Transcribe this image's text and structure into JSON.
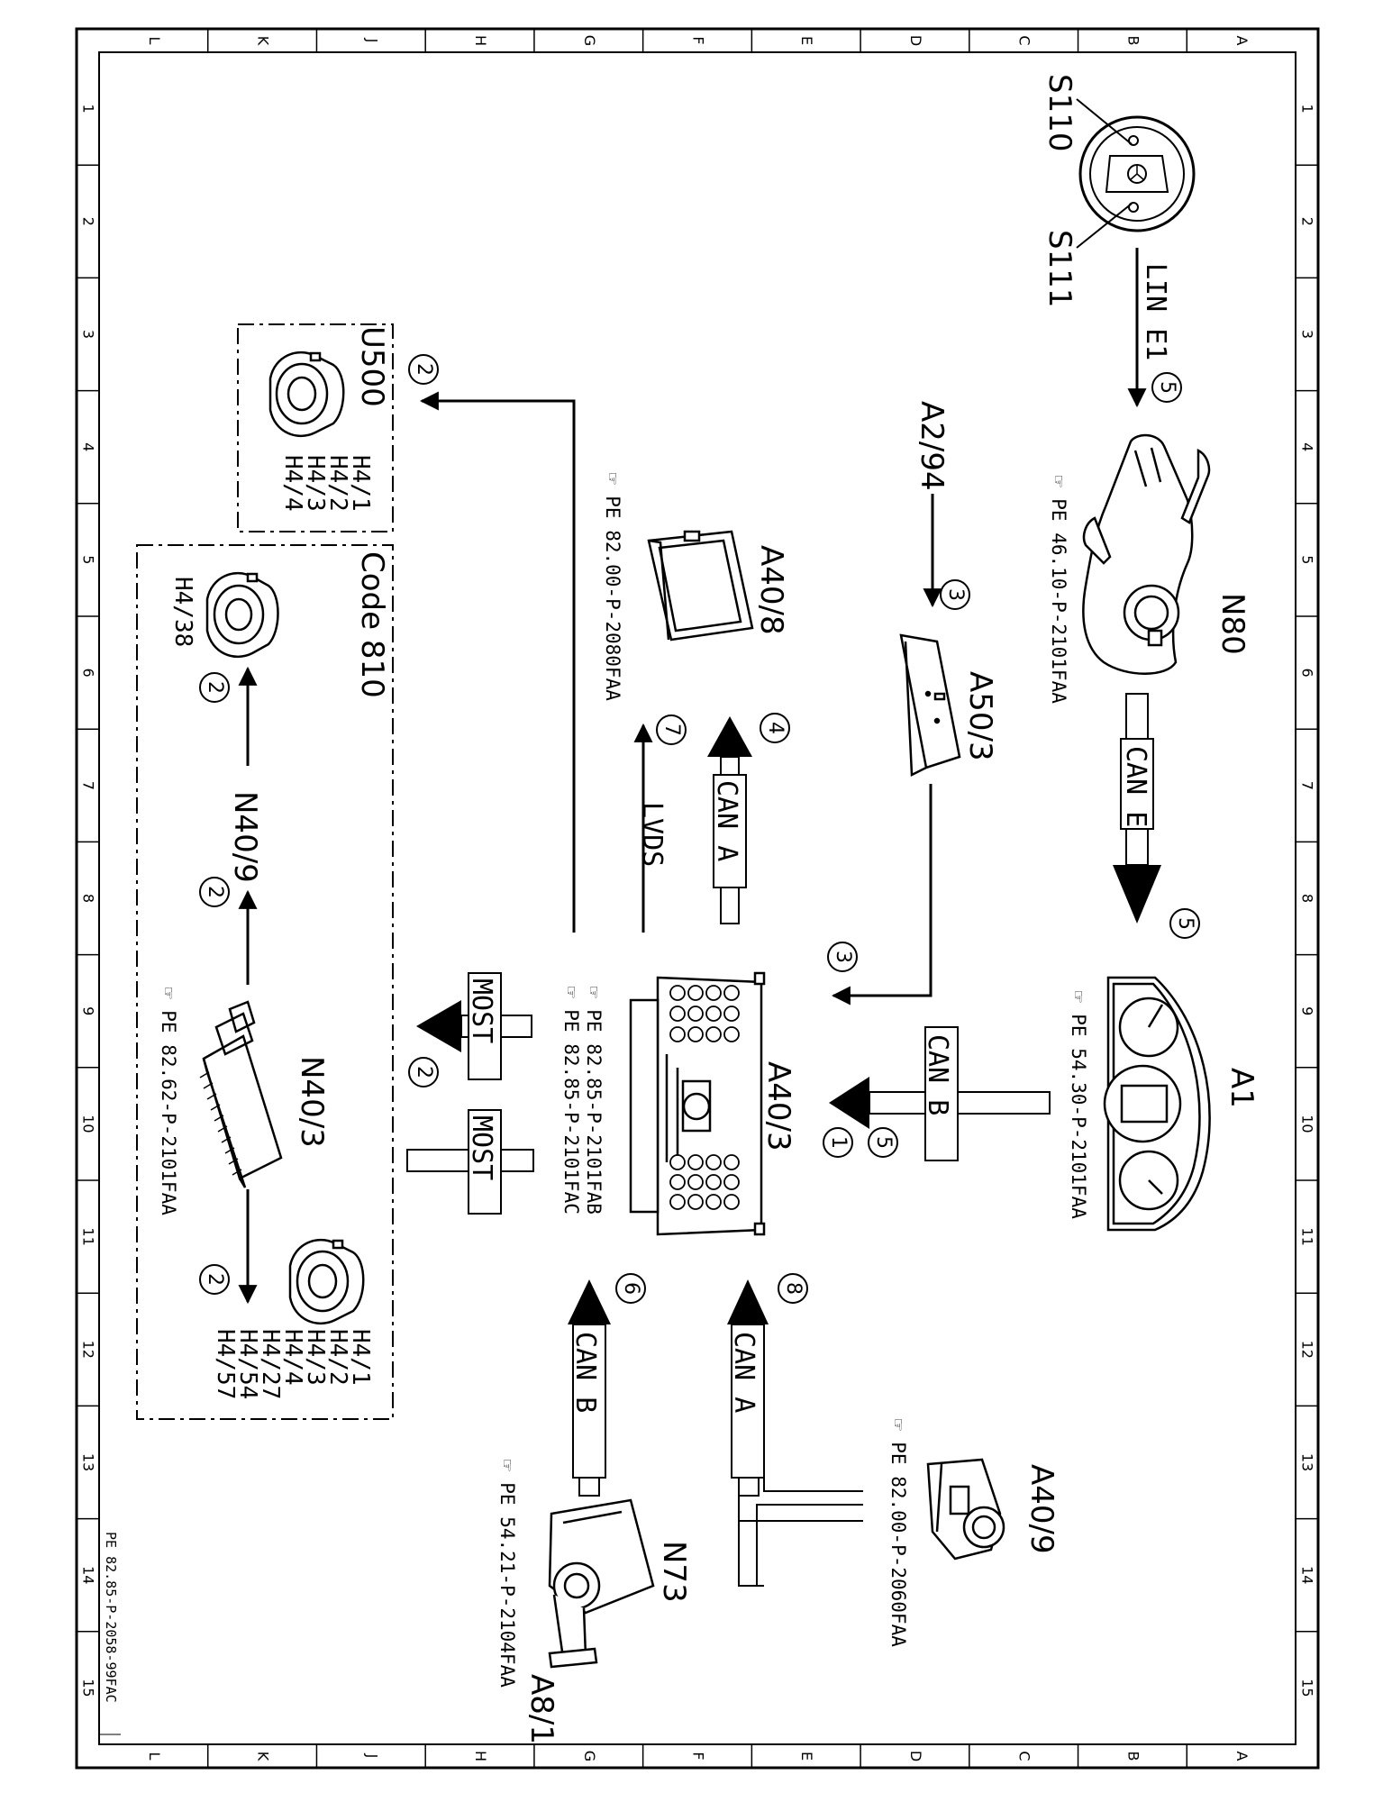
{
  "grid": {
    "letters": [
      "L",
      "K",
      "J",
      "H",
      "G",
      "F",
      "E",
      "D",
      "C",
      "B",
      "A"
    ],
    "numbers": [
      "1",
      "2",
      "3",
      "4",
      "5",
      "6",
      "7",
      "8",
      "9",
      "10",
      "11",
      "12",
      "13",
      "14",
      "15"
    ]
  },
  "footer": "PE 82.85-P-2058-99FAC",
  "components": {
    "s110": "S110",
    "s111": "S111",
    "n80": "N80",
    "n80_ref": "PE 46.10-P-2101FAA",
    "a2_94": "A2/94",
    "a50_3": "A50/3",
    "a1": "A1",
    "a1_ref": "PE 54.30-P-2101FAA",
    "a40_8": "A40/8",
    "a40_8_ref": "PE 82.00-P-2080FAA",
    "a40_3": "A40/3",
    "a40_3_ref1": "PE 82.85-P-2101FAB",
    "a40_3_ref2": "PE 82.85-P-2101FAC",
    "a40_9": "A40/9",
    "a40_9_ref": "PE 82.00-P-2060FAA",
    "n73": "N73",
    "a8_1": "A8/1",
    "n73_ref": "PE 54.21-P-2104FAA",
    "n40_3": "N40/3",
    "n40_3_ref": "PE 82.62-P-2101FAA",
    "n40_9": "N40/9",
    "u500": "U500",
    "code810": "Code 810",
    "h4_38": "H4/38",
    "u500_speakers": [
      "H4/1",
      "H4/2",
      "H4/3",
      "H4/4"
    ],
    "code810_speakers": [
      "H4/1",
      "H4/2",
      "H4/3",
      "H4/4",
      "H4/27",
      "H4/54",
      "H4/57"
    ]
  },
  "buses": {
    "lin_e1": "LIN E1",
    "can_e": "CAN E",
    "can_b_a1": "CAN B",
    "can_a_a40_8": "CAN A",
    "lvds": "LVDS",
    "most_1": "MOST",
    "most_2": "MOST",
    "can_a_a40_9": "CAN A",
    "can_b_n73": "CAN B"
  },
  "callouts": {
    "c_lin": "5",
    "c_cane": "5",
    "c_a2_94": "3",
    "c_a50_3": "3",
    "c_canb_5": "5",
    "c_canb_1": "1",
    "c_cana_4": "4",
    "c_lvds_7": "7",
    "c_u500_2": "2",
    "c_most_2": "2",
    "c_h438_2": "2",
    "c_n409_2": "2",
    "c_spk_2": "2",
    "c_cana_8": "8",
    "c_canb_6": "6"
  }
}
